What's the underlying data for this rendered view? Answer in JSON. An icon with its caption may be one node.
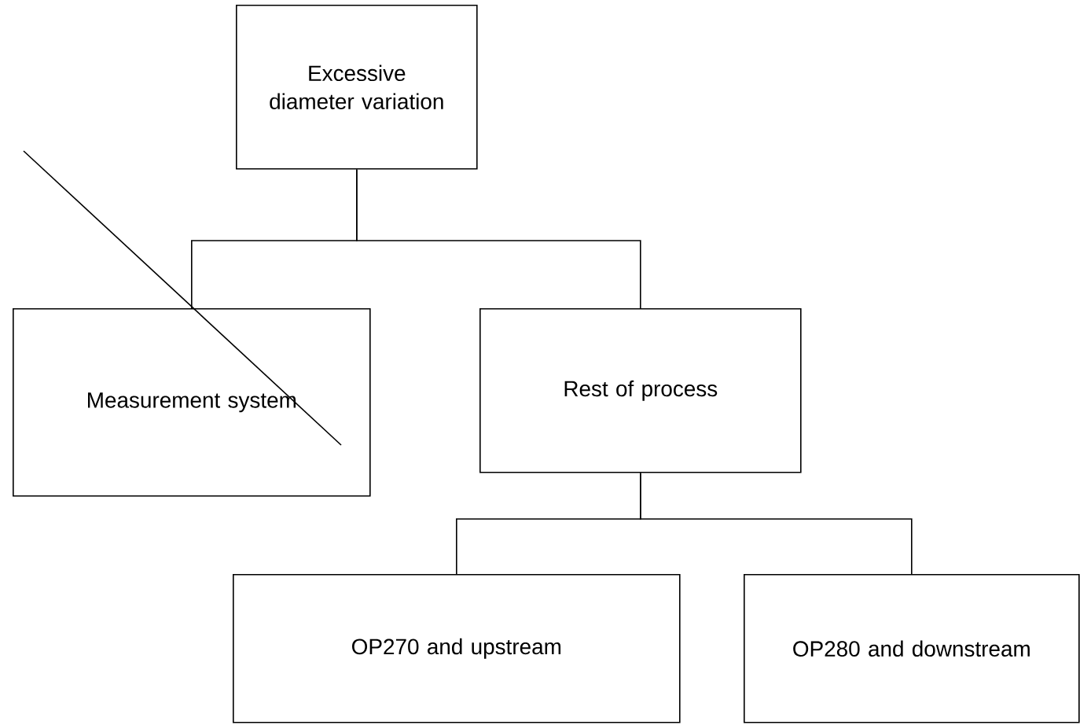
{
  "diagram": {
    "nodes": [
      {
        "text": [
          "Excessive diameter variation"
        ]
      },
      {
        "text": [
          "Measurement system"
        ]
      },
      {
        "text": [
          "Rest of process"
        ]
      },
      {
        "text": [
          "OP270 and upstream"
        ]
      },
      {
        "text": [
          "OP280 and downstream"
        ]
      }
    ],
    "edges": [
      {
        "from": 0,
        "to": 1,
        "arrow": "none"
      },
      {
        "from": 0,
        "to": 2,
        "arrow": "none"
      },
      {
        "from": 2,
        "to": 3,
        "arrow": "none"
      },
      {
        "from": 2,
        "to": 4,
        "arrow": "none"
      }
    ]
  }
}
